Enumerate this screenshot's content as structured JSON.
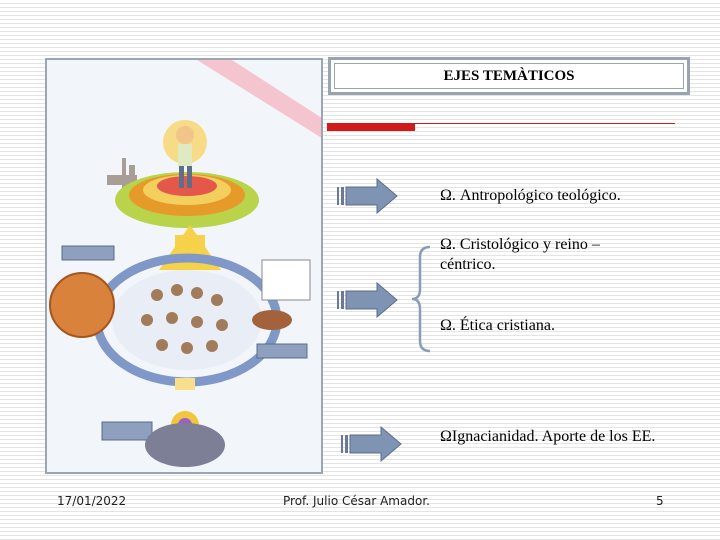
{
  "slide": {
    "title": "EJES TEMÀTICOS",
    "items": [
      "Ω.  Antropológico teológico.",
      "Ω. Cristológico y reino – céntrico.",
      "Ω. Ética cristiana.",
      "ΩIgnacianidad. Aporte de los EE."
    ],
    "footer": {
      "date": "17/01/2022",
      "author": "Prof. Julio César Amador.",
      "page": "5"
    }
  },
  "colors": {
    "accent_red": "#d11a1a",
    "arrow_fill": "#7f93b2",
    "frame_gray": "#9aa4b0"
  },
  "icons": [
    "right-arrow-icon",
    "curly-brace-icon"
  ]
}
